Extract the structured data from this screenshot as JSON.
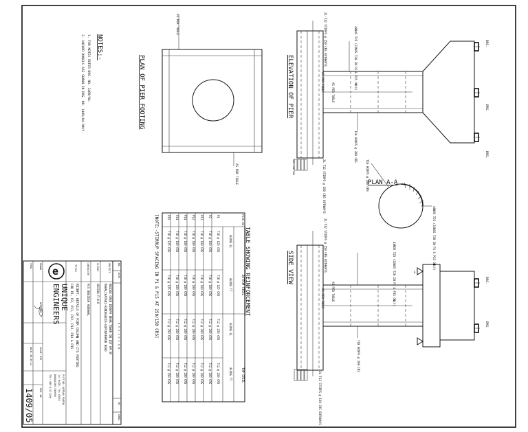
{
  "notes": {
    "heading": "NOTES:-",
    "line1": "1. FOR NOTES REFER DRG. NO. 1409/04.",
    "line2": "2. ANCHOR DOWELS ARE SHOWN IN DRG. NO. 1409/04 ONLY."
  },
  "plan_footing": {
    "title": "PLAN OF PIER FOOTING",
    "label_top": "AS PER TABLE",
    "label_bottom": "AS PER TABLE"
  },
  "elevation": {
    "title": "ELEVATION OF PIER",
    "stirrups_top": "2L-T12 STIRPS @ 150 CRS BOTHWAYS",
    "bars_top": "48NOS T25 (32NOS T20 IN P1 & P15 ONLY)",
    "as_per_table_1": "AS PER TABLE",
    "as_per_table_2": "AS PER TABLE",
    "hoops": "T10 HOOPS @ 200 CRS",
    "stirrups_bottom": "2L-T12 STIRPS @ 150 CRS BOTHWAYS",
    "dims": "200 200 200",
    "brg_1": "BRG.",
    "brg_2": "BRG.",
    "brg_3": "BRG."
  },
  "plan_aa": {
    "title": "PLAN A-A",
    "hoops": "T10 HOOPS @ 200 CRS",
    "bars": "48NOS T25 (32NOS T20 IN P1 & P15 ONLY)"
  },
  "side_view": {
    "title": "SIDE VIEW",
    "stirrups_top": "2L-T12 STIRPS @ 150 CRS BOTHWAYS",
    "bars": "48NOS T25 (32NOS T20 IN P1 & P15 ONLY)",
    "as_per_table_1": "AS PER TABLE",
    "as_per_table_2": "AS PER TABLE",
    "hoops": "T10 HOOPS @ 200 CRS",
    "stirrups_bottom": "2L-T12 STIRPS @ 150 CRS BOTHWAYS",
    "marker": "A",
    "brg_1": "BRG.",
    "brg_2": "BRG."
  },
  "table": {
    "title": "TABLE SHOWING REINFORCEMENT",
    "head_pier": "PIER NO.",
    "head_bottom": "BOTTOM STEEL",
    "head_top": "TOP STEEL",
    "head_ll": "ALONG LL",
    "head_tt": "ALONG TT",
    "rows": [
      {
        "pier": "P1",
        "b_ll": "T16 @ 125 CRS",
        "b_tt": "T16 @ 125 CRS",
        "t_ll": "T12 @ 250 CRS",
        "t_tt": "T12 @ 250 CRS"
      },
      {
        "pier": "P2",
        "b_ll": "T16 @ 100 CRS",
        "b_tt": "T16 @ 100 CRS",
        "t_ll": "T12 @ 200 CRS",
        "t_tt": "T12 @ 200 CRS"
      },
      {
        "pier": "P11",
        "b_ll": "T16 @ 100 CRS",
        "b_tt": "T16 @ 100 CRS",
        "t_ll": "T12 @ 200 CRS",
        "t_tt": "T12 @ 200 CRS"
      },
      {
        "pier": "P12",
        "b_ll": "T16 @ 100 CRS",
        "b_tt": "T16 @ 100 CRS",
        "t_ll": "T12 @ 200 CRS",
        "t_tt": "T12 @ 200 CRS"
      },
      {
        "pier": "P13",
        "b_ll": "T16 @ 100 CRS",
        "b_tt": "T16 @ 100 CRS",
        "t_ll": "T12 @ 200 CRS",
        "t_tt": "T12 @ 200 CRS"
      },
      {
        "pier": "P14",
        "b_ll": "T16 @ 100 CRS",
        "b_tt": "T16 @ 100 CRS",
        "t_ll": "T12 @ 200 CRS",
        "t_tt": "T12 @ 200 CRS"
      },
      {
        "pier": "P15",
        "b_ll": "T16 @ 125 CRS",
        "b_tt": "T16 @ 125 CRS",
        "t_ll": "T12 @ 250 CRS",
        "t_tt": "T12 @ 250 CRS"
      }
    ],
    "note": "[NOTE:-STIRRUP SPACING IN P1 & P15 AT 250/150 CRS]"
  },
  "title_block": {
    "no_label": "NO.",
    "date_label": "DATE",
    "revision_label": "REVISION",
    "by_label": "BY",
    "chkd_label": "CHKD.",
    "project_label": "PROJECT",
    "project_line1": "BRIDGE OVER BIRUPA NEAR TOWER ON 1ST KM OF",
    "project_line2": "MAHALIKATANI-KENDUGUDIA-GOPINATHPUR ROAD",
    "client_label": "CLIENT",
    "client": "ODISHA P.W.D",
    "contractor_label": "CONTRACTOR",
    "contractor": "M/S BRAJESH AGRAWAL",
    "title_label": "TITLE",
    "title_line1": "REINFT. DETAILS OF PIER COLUMN AND ITS FOOTING",
    "title_line2": "FOR P1, P2, P11, P12, P13, P14 & P15",
    "logo_text": "e",
    "firm_name_1": "UNIQUE",
    "firm_name_2": "ENGINEERS",
    "firm_addr_1": "PLOT NO: NATRAN PARTHA",
    "firm_addr_2": "1st MAIN, 7th CROSS",
    "firm_addr_3": "BANGALORE-560098",
    "firm_addr_4": "TEL: 080-41171266",
    "drawn_label": "DRAWN",
    "checked_label": "CHKD.",
    "approved_label": "APPROVED",
    "scale_label": "SCALE: NTS",
    "drg_label": "DRG. NO.",
    "date_value": "DATE:-08-09-22",
    "drg_no": "1409/05"
  }
}
